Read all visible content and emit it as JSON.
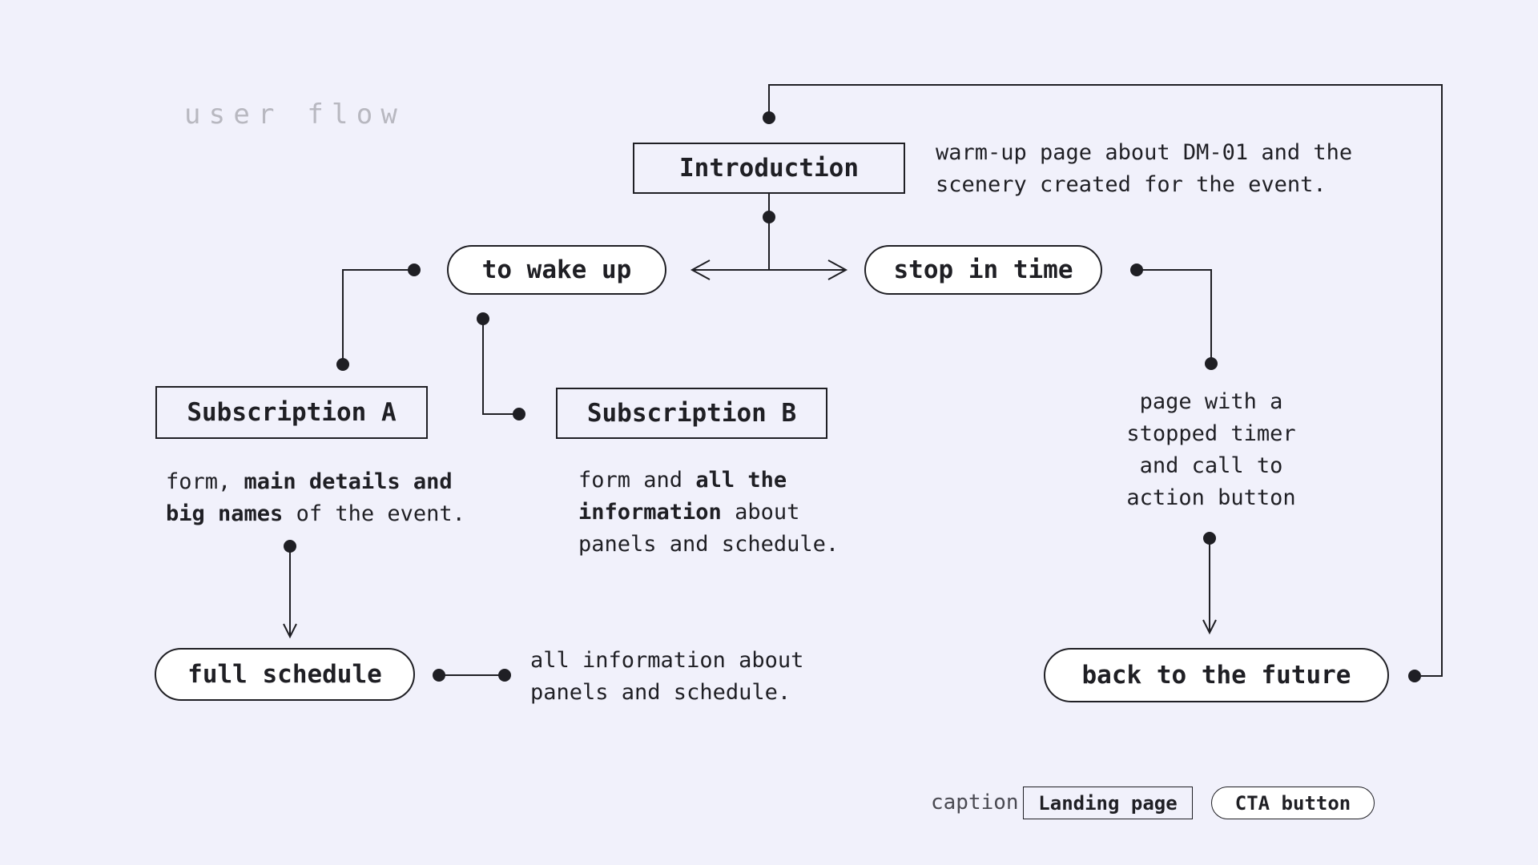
{
  "title": "user flow",
  "colors": {
    "background": "#f1f1fb",
    "ink": "#1f1f24",
    "line": "#1f1f24",
    "title_gray": "#b8b8c0",
    "caption_label_gray": "#4a4a52",
    "node_fill_white": "#ffffff"
  },
  "nodes": {
    "introduction": {
      "label": "Introduction",
      "kind": "landing-page"
    },
    "to_wake_up": {
      "label": "to wake up",
      "kind": "cta-button"
    },
    "stop_in_time": {
      "label": "stop in time",
      "kind": "cta-button"
    },
    "subscription_a": {
      "label": "Subscription A",
      "kind": "landing-page"
    },
    "subscription_b": {
      "label": "Subscription B",
      "kind": "landing-page"
    },
    "full_schedule": {
      "label": "full schedule",
      "kind": "cta-button"
    },
    "back_to_the_future": {
      "label": "back to the future",
      "kind": "cta-button"
    }
  },
  "captions": {
    "introduction": "warm-up page about DM-01 and the\nscenery created for the event.",
    "subscription_a": [
      {
        "text": "form, ",
        "bold": false
      },
      {
        "text": "main details and\nbig names",
        "bold": true
      },
      {
        "text": " of the event.",
        "bold": false
      }
    ],
    "subscription_b": [
      {
        "text": "form and ",
        "bold": false
      },
      {
        "text": "all the\ninformation",
        "bold": true
      },
      {
        "text": " about\npanels and schedule.",
        "bold": false
      }
    ],
    "full_schedule": "all information about\npanels and schedule.",
    "stop_in_time": "page with a\nstopped timer\nand call to\naction button"
  },
  "legend": {
    "label": "caption",
    "landing_page": "Landing page",
    "cta_button": "CTA button"
  }
}
